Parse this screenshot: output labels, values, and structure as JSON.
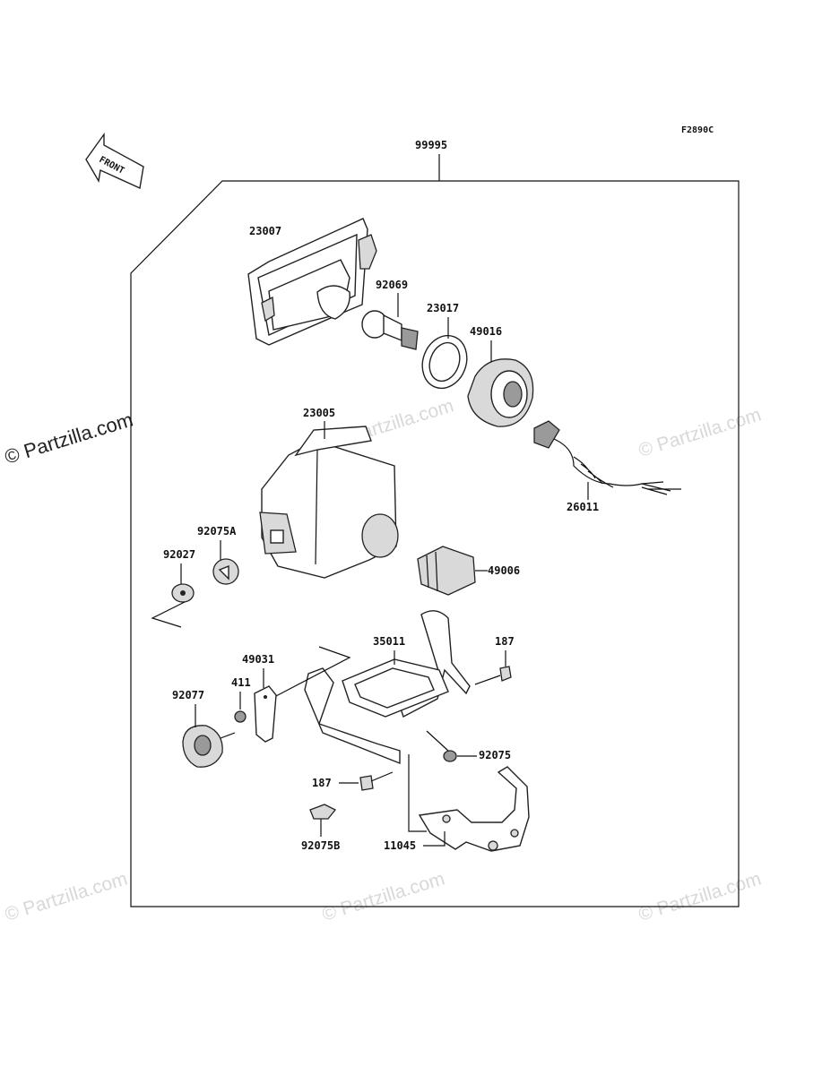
{
  "diagram": {
    "figure_code": "F2890C",
    "front_arrow_label": "FRONT",
    "assembly_label": "99995",
    "parts": [
      {
        "id": "23007"
      },
      {
        "id": "92069"
      },
      {
        "id": "23017"
      },
      {
        "id": "49016"
      },
      {
        "id": "23005"
      },
      {
        "id": "26011"
      },
      {
        "id": "92075A"
      },
      {
        "id": "92027"
      },
      {
        "id": "49006"
      },
      {
        "id": "35011"
      },
      {
        "id": "187"
      },
      {
        "id": "49031"
      },
      {
        "id": "411"
      },
      {
        "id": "92077"
      },
      {
        "id": "92075"
      },
      {
        "id": "187"
      },
      {
        "id": "92075B"
      },
      {
        "id": "11045"
      }
    ]
  },
  "watermarks": {
    "dark": "© Partzilla.com",
    "light": "© Partzilla.com"
  }
}
